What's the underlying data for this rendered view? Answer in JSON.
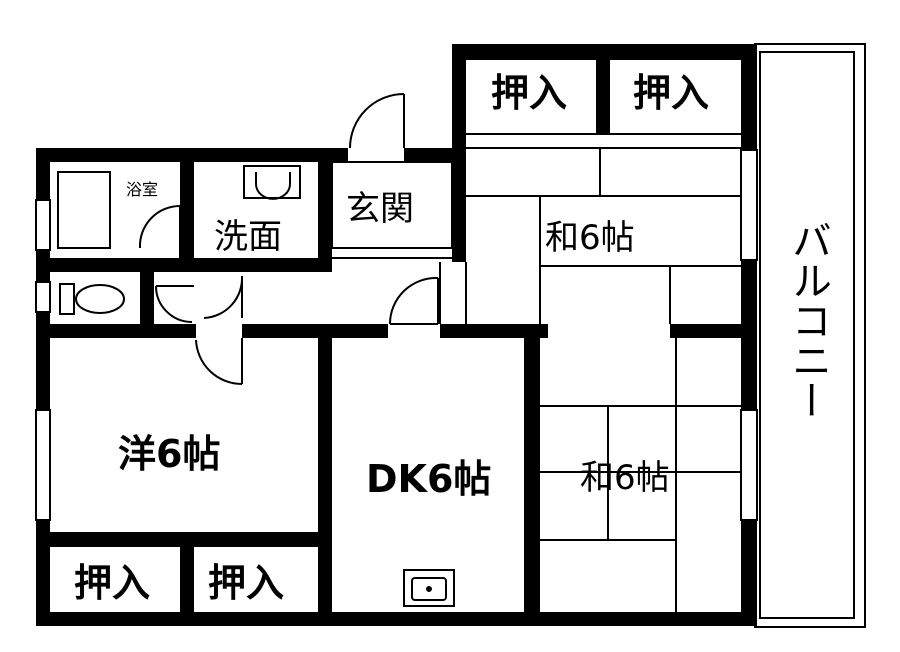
{
  "floorplan": {
    "rooms": {
      "western_room": "洋6帖",
      "dining_kitchen": "DK6帖",
      "japanese_room_upper": "和6帖",
      "japanese_room_lower": "和6帖",
      "bathroom": "浴室",
      "washroom": "洗面",
      "entrance": "玄関",
      "balcony": "バルコニー"
    },
    "closets": {
      "upper_left": "押入",
      "upper_right": "押入",
      "lower_left": "押入",
      "lower_right": "押入"
    }
  }
}
